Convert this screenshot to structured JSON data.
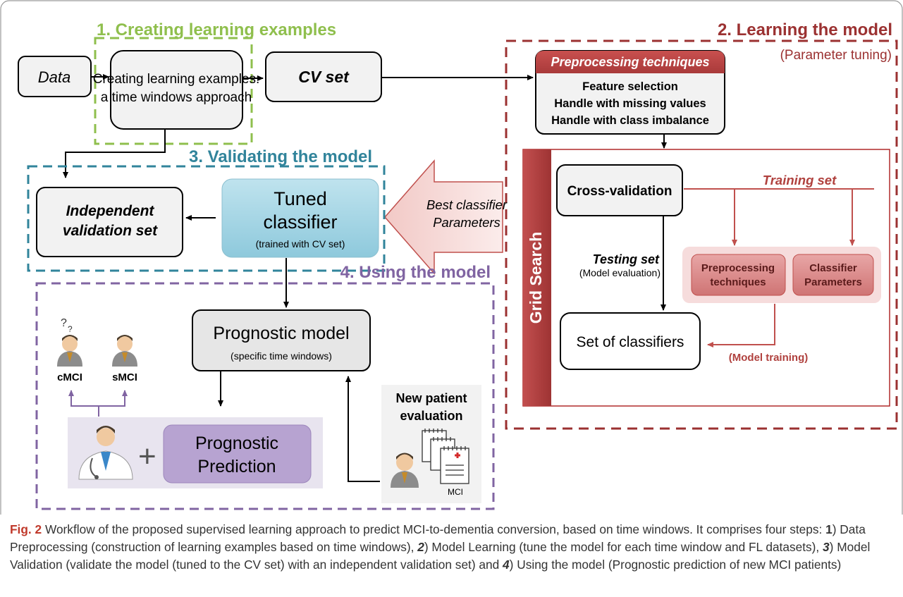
{
  "sections": {
    "s1": "1. Creating learning examples",
    "s2": "2. Learning the model",
    "s2_sub": "(Parameter tuning)",
    "s3": "3. Validating the model",
    "s4": "4. Using the model"
  },
  "boxes": {
    "data": "Data",
    "creating_l1": "Creating learning examples:",
    "creating_l2": "a time windows approach",
    "cv_set": "CV set",
    "preproc_header": "Preprocessing techniques",
    "preproc_items": [
      "Feature selection",
      "Handle with missing values",
      "Handle with class imbalance"
    ],
    "grid_search": "Grid Search",
    "cross_validation": "Cross-validation",
    "training_set": "Training set",
    "testing_set": "Testing set",
    "model_evaluation": "(Model evaluation)",
    "preproc_small_l1": "Preprocessing",
    "preproc_small_l2": "techniques",
    "classifier_params_l1": "Classifier",
    "classifier_params_l2": "Parameters",
    "set_of_classifiers": "Set of classifiers",
    "model_training": "(Model training)",
    "best_classifier_l1": "Best classifier",
    "best_classifier_l2": "Parameters",
    "independent_l1": "Independent",
    "independent_l2": "validation set",
    "tuned_l1": "Tuned",
    "tuned_l2": "classifier",
    "tuned_sub": "(trained with CV set)",
    "prognostic_model": "Prognostic model",
    "prognostic_model_sub": "(specific time windows)",
    "cmci": "cMCI",
    "smci": "sMCI",
    "question_marks": "?",
    "prognostic_pred_l1": "Prognostic",
    "prognostic_pred_l2": "Prediction",
    "plus": "+",
    "new_patient_l1": "New patient",
    "new_patient_l2": "evaluation",
    "mci": "MCI"
  },
  "caption": {
    "fig": "Fig. 2",
    "t1": " Workflow of the proposed supervised learning approach to predict MCI-to-dementia conversion, based on time windows. It comprises four steps: ",
    "n1": "1",
    "t2": ") Data Preprocessing (construction of learning examples based on time windows), ",
    "n2": "2",
    "t3": ") Model Learning (tune the model for each time window and FL datasets), ",
    "n3": "3",
    "t4": ") Model Validation (validate the model (tuned to the CV set) with an independent validation set) and ",
    "n4": "4",
    "t5": ") Using the model (Prognostic prediction of new MCI patients)"
  },
  "colors": {
    "green": "#8fbf4d",
    "darkred": "#9b3131",
    "teal": "#31849b",
    "purple": "#8064a2",
    "red": "#c0504d",
    "accent": "#c0392b"
  }
}
